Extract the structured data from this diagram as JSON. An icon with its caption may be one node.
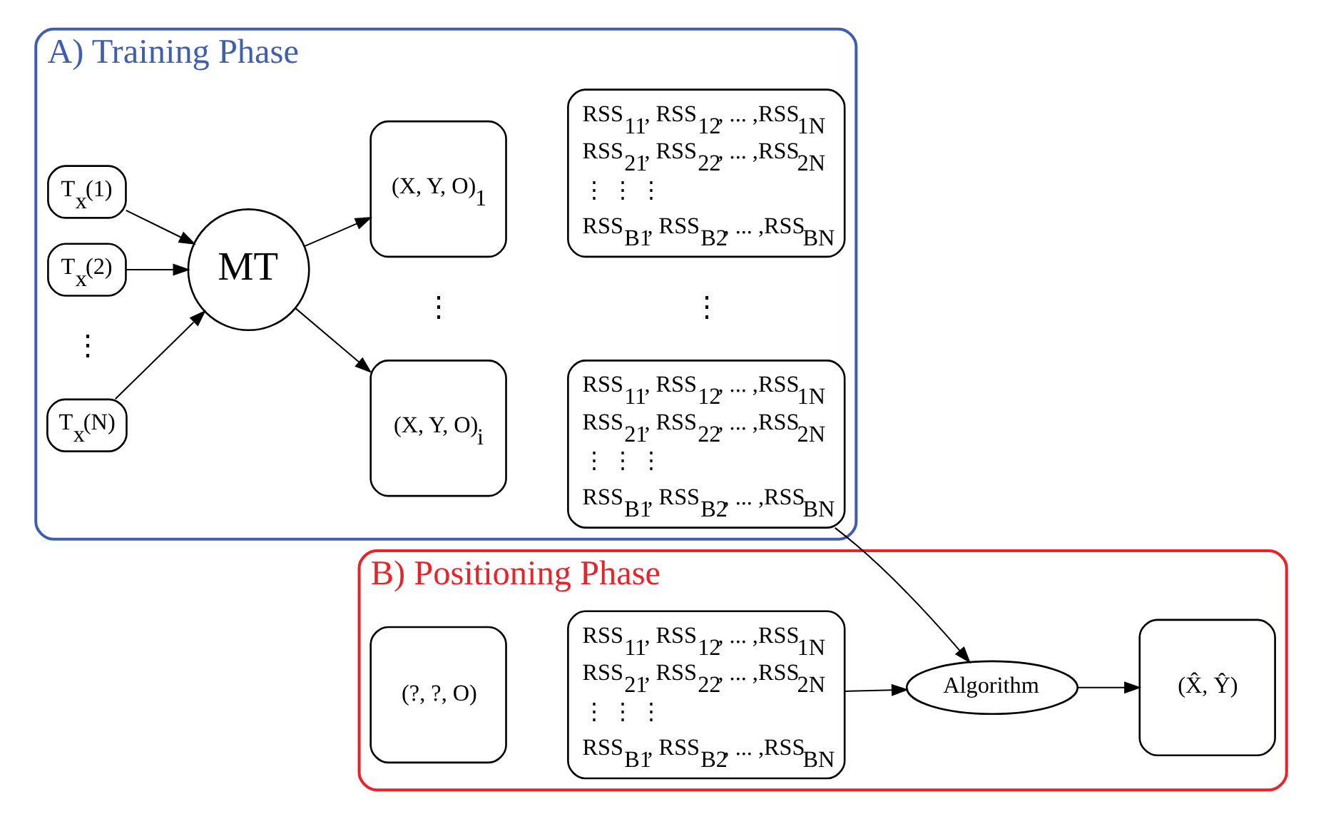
{
  "diagram": {
    "nodes": [
      {
        "text": [
          "A) Training Phase"
        ]
      },
      {
        "text": [
          "T$_{x}$(1)"
        ],
        "in": 0
      },
      {
        "text": [
          "T$_{x}$(2)"
        ],
        "in": 0
      },
      {
        "text": [
          "T$_{x}$(N)"
        ],
        "in": 0
      },
      {
        "text": [
          "MT"
        ],
        "in": 0
      },
      {
        "text": [
          "(X, Y, O)$_{1}$"
        ],
        "in": 0
      },
      {
        "text": [
          "RSS$_{11}$, RSS$_{12}$, ... ,RSS$_{1N}$",
          "RSS$_{21}$, RSS$_{22}$, ... ,RSS$_{2N}$",
          "⋮ ⋮ ⋮",
          "RSS$_{B1}$, RSS$_{B2}$, ... ,RSS$_{BN}$"
        ],
        "in": 0
      },
      {
        "text": [
          "(X, Y, O)$_{i}$"
        ],
        "in": 0
      },
      {
        "text": [
          "RSS$_{11}$, RSS$_{12}$, ... ,RSS$_{1N}$",
          "RSS$_{21}$, RSS$_{22}$, ... ,RSS$_{2N}$",
          "⋮ ⋮ ⋮",
          "RSS$_{B1}$, RSS$_{B2}$, ... ,RSS$_{BN}$"
        ],
        "in": 0
      },
      {
        "text": [
          "B) Positioning Phase"
        ]
      },
      {
        "text": [
          "(?, ?, O)"
        ],
        "in": 9
      },
      {
        "text": [
          "RSS$_{11}$, RSS$_{12}$, ... ,RSS$_{1N}$",
          "RSS$_{21}$, RSS$_{22}$, ... ,RSS$_{2N}$",
          "⋮ ⋮ ⋮",
          "RSS$_{B1}$, RSS$_{B2}$, ... ,RSS$_{BN}$"
        ],
        "in": 9
      },
      {
        "text": [
          "Algorithm"
        ],
        "in": 9
      },
      {
        "text": [
          "(X̂, Ŷ)"
        ],
        "in": 9
      }
    ],
    "edges": [
      {
        "from": 1,
        "to": 4,
        "arrow": "to"
      },
      {
        "from": 2,
        "to": 4,
        "arrow": "to"
      },
      {
        "from": 3,
        "to": 4,
        "arrow": "to"
      },
      {
        "from": 4,
        "to": 5,
        "arrow": "to"
      },
      {
        "from": 4,
        "to": 7,
        "arrow": "to"
      },
      {
        "from": 8,
        "to": 12,
        "arrow": "to"
      },
      {
        "from": 11,
        "to": 12,
        "arrow": "to"
      },
      {
        "from": 12,
        "to": 13,
        "arrow": "to"
      }
    ],
    "labels": [
      "⋮",
      "⋮",
      "⋮"
    ]
  }
}
